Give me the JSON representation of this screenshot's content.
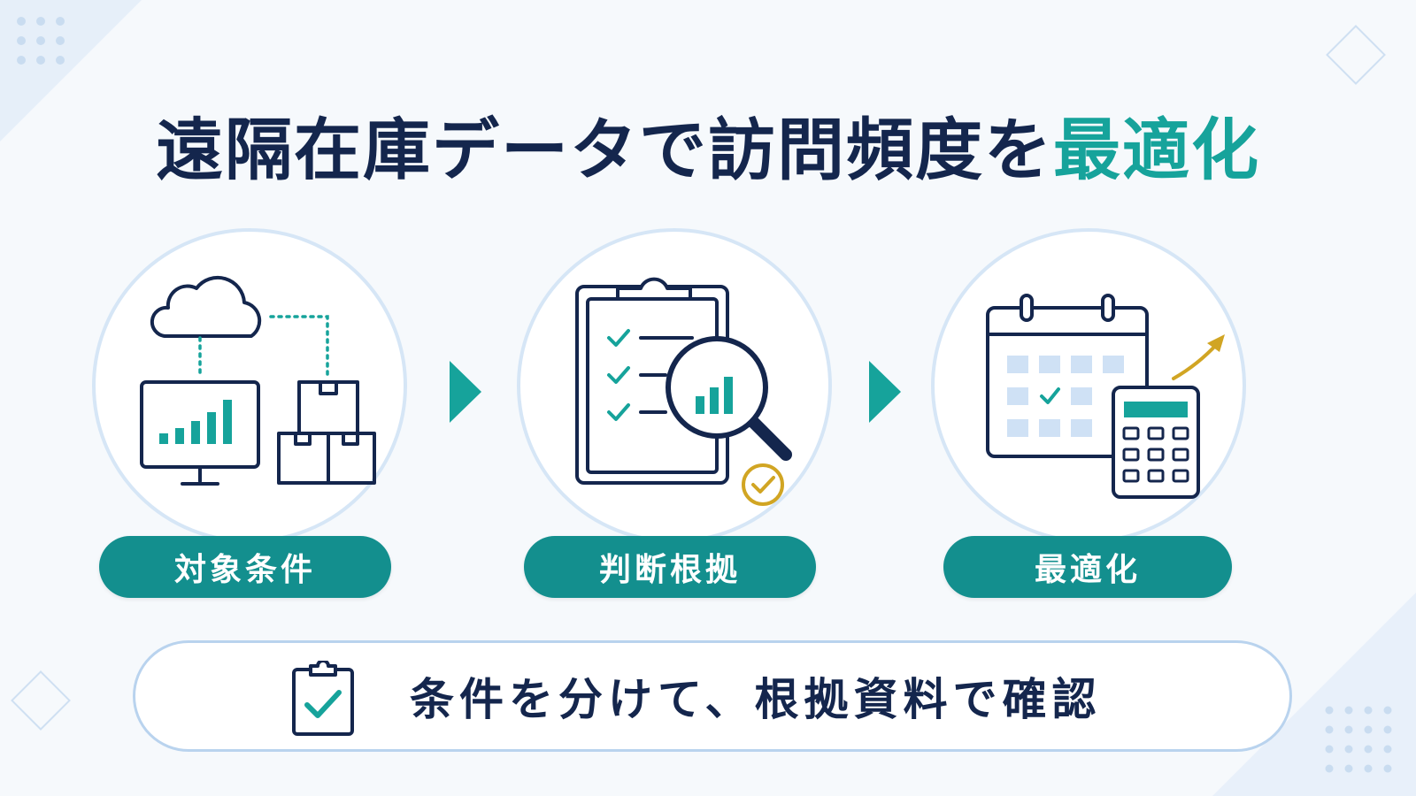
{
  "title": {
    "main": "遠隔在庫データで訪問頻度を",
    "accent": "最適化"
  },
  "steps": [
    {
      "label": "対象条件",
      "icon": "cloud-monitor-boxes-icon"
    },
    {
      "label": "判断根拠",
      "icon": "clipboard-magnifier-icon"
    },
    {
      "label": "最適化",
      "icon": "calendar-calculator-icon"
    }
  ],
  "footer": {
    "text": "条件を分けて、根拠資料で確認",
    "icon": "clipboard-check-icon"
  },
  "colors": {
    "navy": "#14264d",
    "teal": "#16a39b",
    "label_bg": "#138f8e",
    "gold": "#d1a523",
    "ring": "#d6e6f6"
  }
}
